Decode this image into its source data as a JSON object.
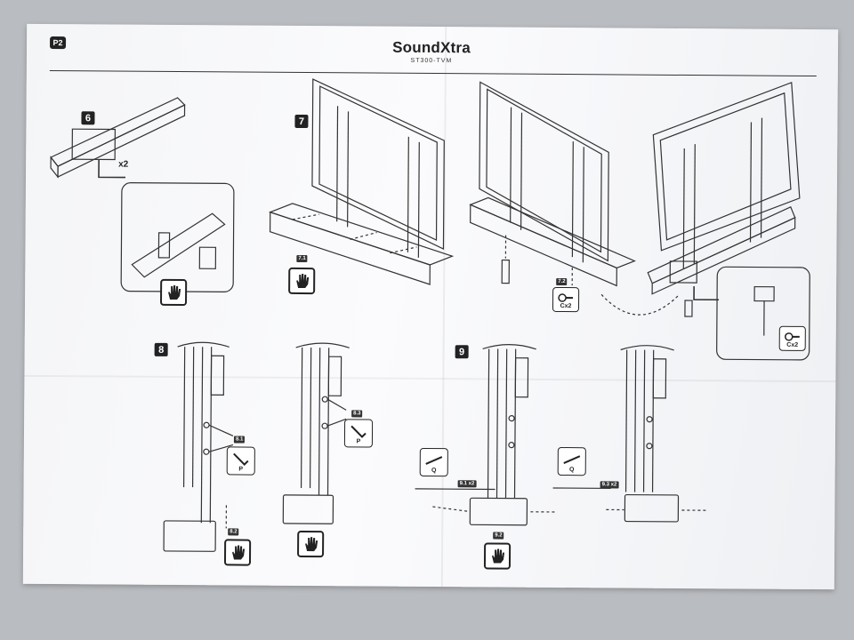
{
  "header": {
    "page_badge": "P2",
    "brand": "SoundXtra",
    "model": "ST300-TVM"
  },
  "steps": {
    "s6": {
      "number": "6",
      "qty": "x2"
    },
    "s7": {
      "number": "7",
      "sub1": "7.1",
      "sub2": "7.2",
      "screw": "Cx2",
      "screw2": "Cx2"
    },
    "s8": {
      "number": "8",
      "sub1": "8.1",
      "sub2": "8.2",
      "sub3": "8.3",
      "tool": "P",
      "tool2": "P"
    },
    "s9": {
      "number": "9",
      "sub1": "9.1",
      "sub1_qty": "x2",
      "sub2": "9.2",
      "sub3": "9.3",
      "sub3_qty": "x2",
      "tool": "Q",
      "tool2": "Q"
    }
  },
  "icons": [
    "hand-icon",
    "allen-key-icon",
    "screw-icon",
    "screwdriver-icon"
  ],
  "colors": {
    "ink": "#222222",
    "paper": "#f6f7f9"
  }
}
